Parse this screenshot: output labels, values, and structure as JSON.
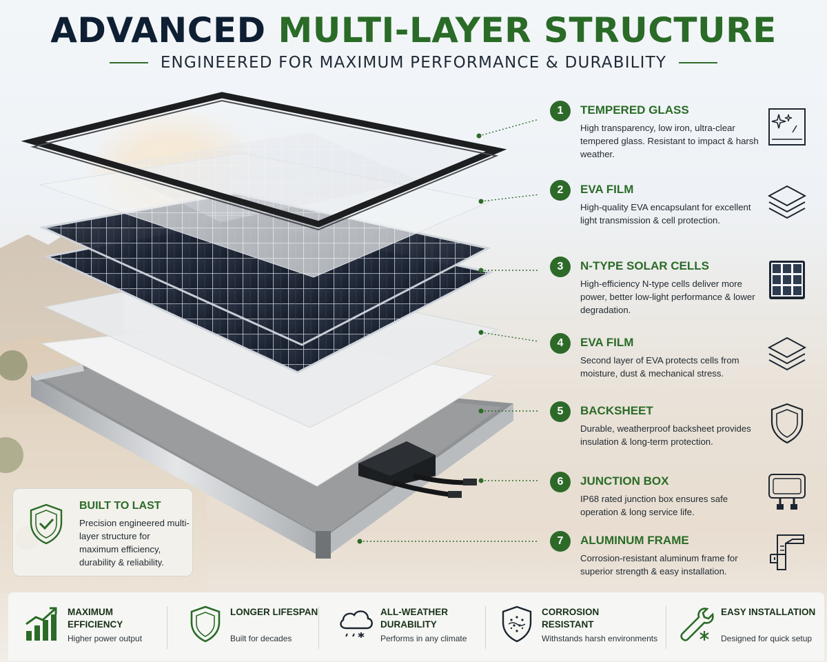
{
  "header": {
    "title_part1": "ADVANCED",
    "title_part2": "MULTI-LAYER STRUCTURE",
    "subtitle": "ENGINEERED FOR MAXIMUM PERFORMANCE & DURABILITY"
  },
  "colors": {
    "accent_green": "#2a6b27",
    "navy": "#0f1f33",
    "cell_blue": "#1f2a3a"
  },
  "layers": [
    {
      "number": "1",
      "title": "TEMPERED GLASS",
      "description": "High transparency, low iron, ultra-clear tempered glass. Resistant to impact & harsh weather.",
      "icon": "glass-pane-icon"
    },
    {
      "number": "2",
      "title": "EVA FILM",
      "description": "High-quality EVA encapsulant for excellent light transmission & cell protection.",
      "icon": "stacked-layers-icon"
    },
    {
      "number": "3",
      "title": "N-TYPE SOLAR CELLS",
      "description": "High-efficiency N-type cells deliver more power, better low-light performance & lower degradation.",
      "icon": "solar-cell-grid-icon"
    },
    {
      "number": "4",
      "title": "EVA FILM",
      "description": "Second layer of EVA protects cells from moisture, dust & mechanical stress.",
      "icon": "stacked-layers-icon"
    },
    {
      "number": "5",
      "title": "BACKSHEET",
      "description": "Durable, weatherproof backsheet provides insulation & long-term protection.",
      "icon": "shield-icon"
    },
    {
      "number": "6",
      "title": "JUNCTION BOX",
      "description": "IP68 rated junction box ensures safe operation & long service life.",
      "icon": "junction-box-icon"
    },
    {
      "number": "7",
      "title": "ALUMINUM FRAME",
      "description": "Corrosion-resistant aluminum frame for superior strength & easy installation.",
      "icon": "aluminum-profile-icon"
    }
  ],
  "card": {
    "title": "BUILT TO LAST",
    "description": "Precision engineered multi-layer structure for maximum efficiency, durability & reliability.",
    "icon": "shield-check-icon"
  },
  "benefits": [
    {
      "title": "MAXIMUM EFFICIENCY",
      "subtitle": "Higher power output",
      "icon": "bar-growth-icon"
    },
    {
      "title": "LONGER LIFESPAN",
      "subtitle": "Built for decades",
      "icon": "shield-icon"
    },
    {
      "title": "ALL-WEATHER DURABILITY",
      "subtitle": "Performs in any climate",
      "icon": "cloud-weather-icon"
    },
    {
      "title": "CORROSION RESISTANT",
      "subtitle": "Withstands harsh environments",
      "icon": "shield-texture-icon"
    },
    {
      "title": "EASY INSTALLATION",
      "subtitle": "Designed for quick setup",
      "icon": "wrench-icon"
    }
  ]
}
